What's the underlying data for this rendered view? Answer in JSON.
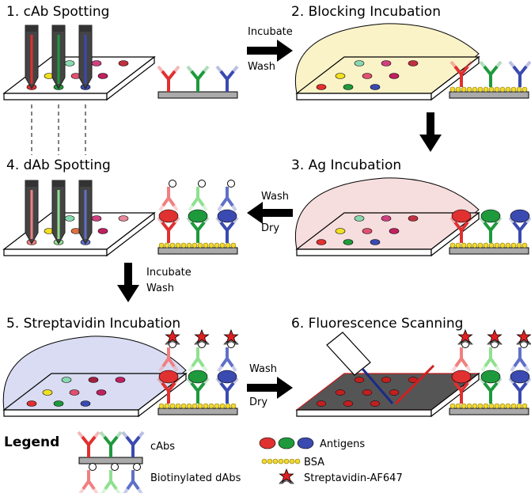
{
  "steps": {
    "s1": "1. cAb Spotting",
    "s2": "2. Blocking Incubation",
    "s3": "3. Ag Incubation",
    "s4": "4. dAb Spotting",
    "s5": "5. Streptavidin Incubation",
    "s6": "6. Fluorescence Scanning"
  },
  "arrows": {
    "a12_line1": "Incubate",
    "a12_line2": "Wash",
    "a34_line1": "Wash",
    "a34_line2": "Dry",
    "a45_line1": "Incubate",
    "a45_line2": "Wash",
    "a56_line1": "Wash",
    "a56_line2": "Dry"
  },
  "legend": {
    "title": "Legend",
    "cabs": "cAbs",
    "dabs": "Biotinylated dAbs",
    "antigens": "Antigens",
    "bsa": "BSA",
    "strep": "Streptavidin-AF647"
  },
  "colors": {
    "red": "#e03030",
    "green": "#1e9a3c",
    "blue": "#3a4ab0",
    "blocking": "#fbf3c8",
    "ag": "#f7dede",
    "strep": "#d9dcf2",
    "slide_dark": "#555555",
    "bsa": "#f0d830"
  }
}
